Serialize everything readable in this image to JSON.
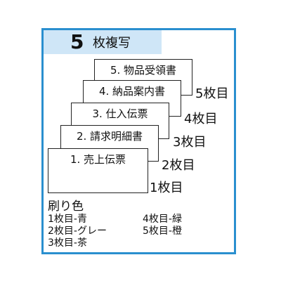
{
  "title": {
    "number": "5",
    "label": "枚複写"
  },
  "sheets": [
    {
      "label": "5. 物品受領書",
      "count": "5枚目"
    },
    {
      "label": "4. 納品案内書",
      "count": "4枚目"
    },
    {
      "label": "3. 仕入伝票",
      "count": "3枚目"
    },
    {
      "label": "2. 請求明細書",
      "count": "2枚目"
    },
    {
      "label": "1. 売上伝票",
      "count": "1枚目"
    }
  ],
  "legend": {
    "title": "刷り色",
    "items": [
      "1枚目-青",
      "2枚目-グレー",
      "3枚目-茶",
      "4枚目-緑",
      "5枚目-橙"
    ]
  },
  "colors": {
    "frame": "#2a8fcf",
    "header_band": "#cfe6f7"
  }
}
